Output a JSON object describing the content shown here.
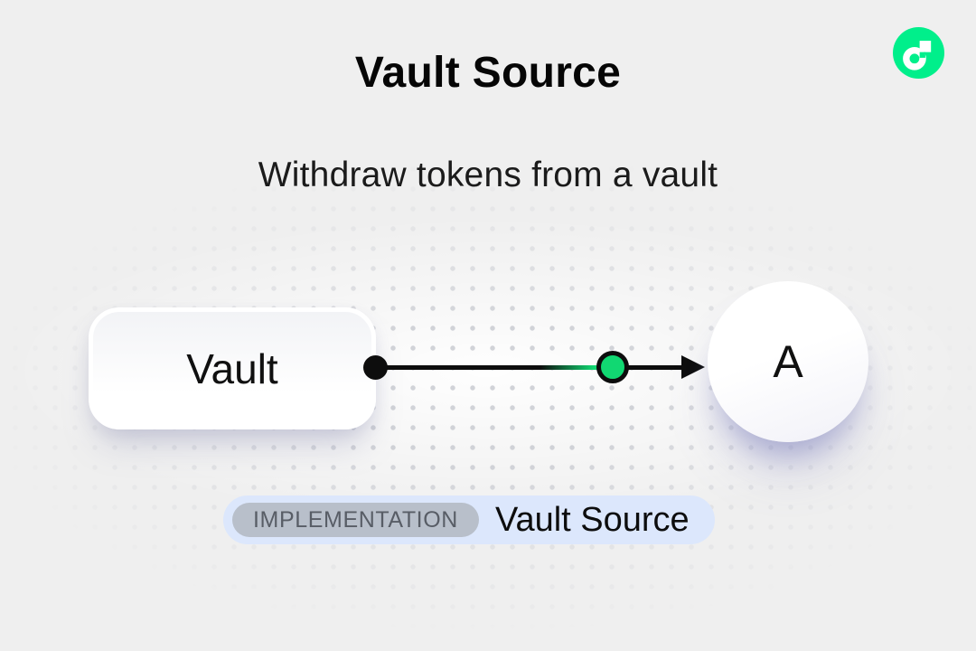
{
  "page": {
    "title": "Vault Source",
    "subtitle": "Withdraw tokens from a vault"
  },
  "logo": {
    "name": "Flow",
    "color": "#00ef8b"
  },
  "diagram": {
    "vault_node": {
      "label": "Vault"
    },
    "account_node": {
      "label": "A"
    },
    "edge": {
      "line_color": "#0d0d0d",
      "token_node_color": "#11d872"
    }
  },
  "badge": {
    "category": "IMPLEMENTATION",
    "label": "Vault Source",
    "background": "#dce7fc",
    "category_background": "#b8bfca",
    "category_text_color": "#585d66"
  },
  "background": {
    "color": "#efefef",
    "dot_color": "#c9cbd1"
  }
}
